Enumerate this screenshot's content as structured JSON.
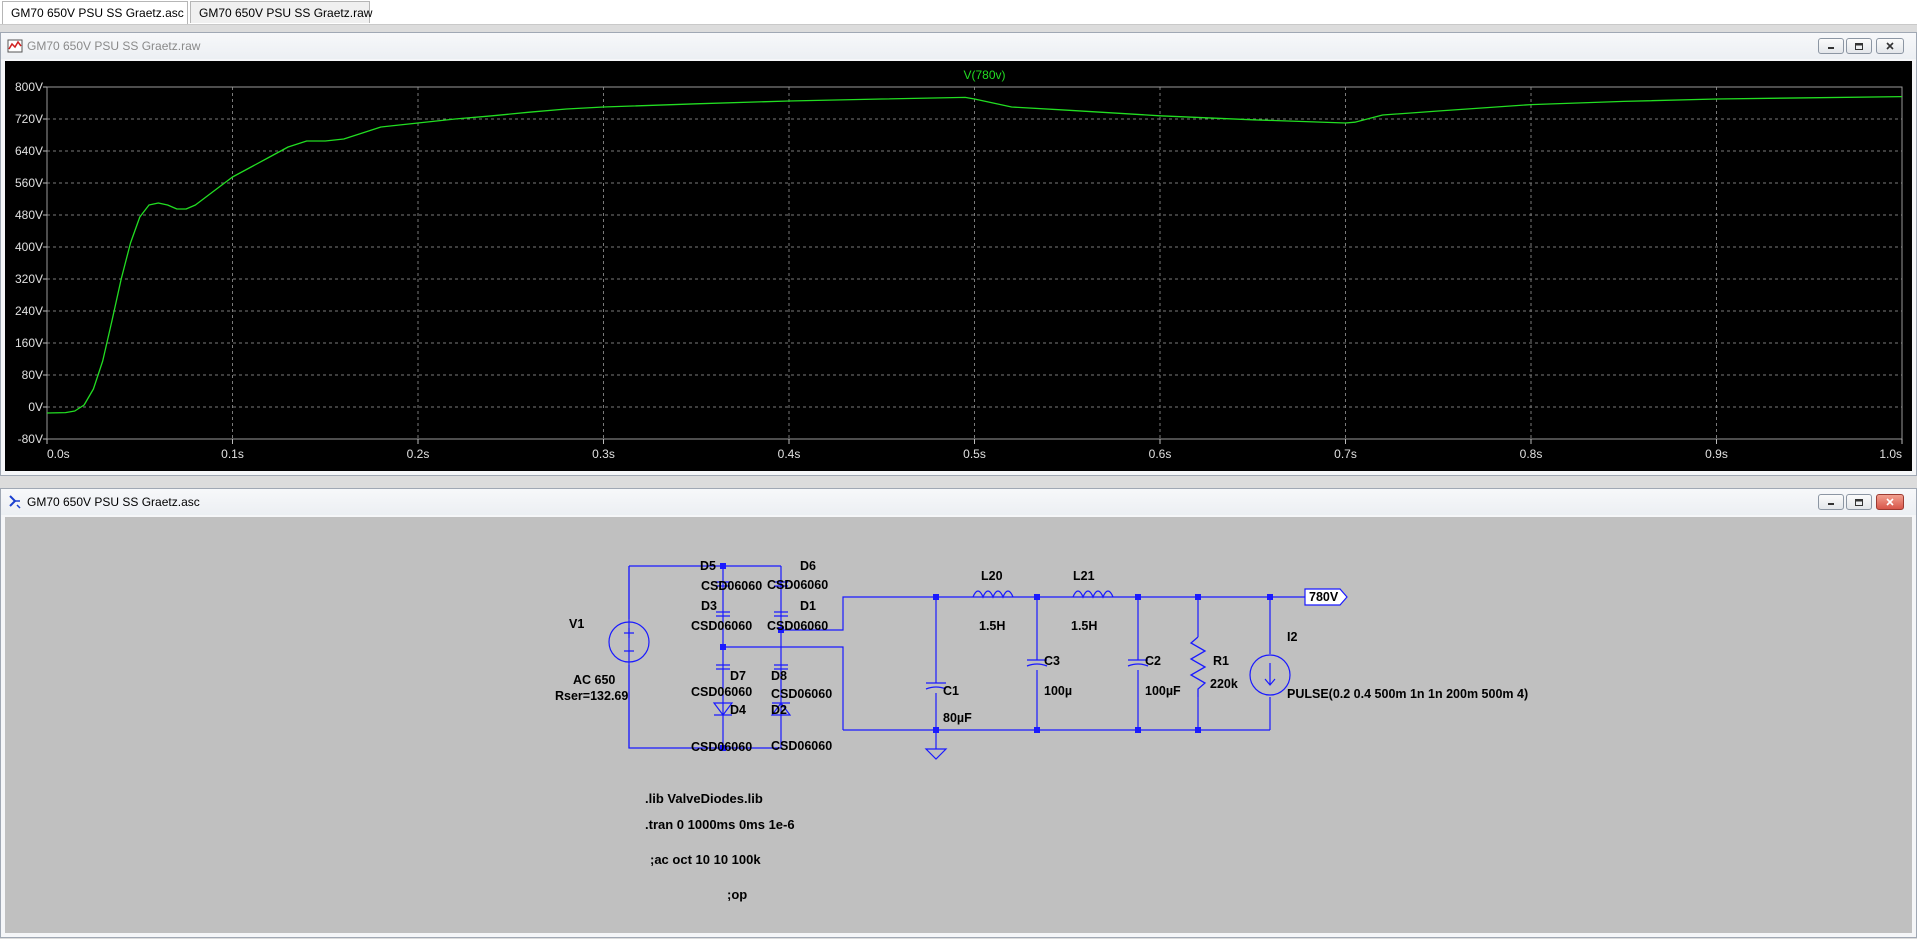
{
  "tabs": [
    {
      "label": "GM70 650V PSU SS Graetz.asc",
      "active": true,
      "icon": "schematic-icon"
    },
    {
      "label": "GM70 650V PSU SS Graetz.raw",
      "active": false,
      "icon": "waveform-icon"
    }
  ],
  "plot_window": {
    "title": "GM70 650V PSU SS Graetz.raw",
    "icon": "waveform-icon",
    "trace_label": "V(780v)",
    "colors": {
      "background": "#000000",
      "trace": "#22dd22",
      "grid": "#7a7a7a",
      "text": "#e0e0e0"
    }
  },
  "chart_data": {
    "type": "line",
    "title": "",
    "xlabel": "",
    "ylabel": "",
    "xlim": [
      0.0,
      1.0
    ],
    "ylim": [
      -80,
      800
    ],
    "x_ticks": [
      "0.0s",
      "0.1s",
      "0.2s",
      "0.3s",
      "0.4s",
      "0.5s",
      "0.6s",
      "0.7s",
      "0.8s",
      "0.9s",
      "1.0s"
    ],
    "y_ticks": [
      "800V",
      "720V",
      "640V",
      "560V",
      "480V",
      "400V",
      "320V",
      "240V",
      "160V",
      "80V",
      "0V",
      "-80V"
    ],
    "grid": true,
    "legend": "top-center",
    "series": [
      {
        "name": "V(780v)",
        "color": "#22dd22",
        "x": [
          0.0,
          0.01,
          0.015,
          0.02,
          0.025,
          0.03,
          0.035,
          0.04,
          0.045,
          0.05,
          0.055,
          0.06,
          0.065,
          0.07,
          0.075,
          0.08,
          0.09,
          0.1,
          0.11,
          0.12,
          0.13,
          0.14,
          0.15,
          0.16,
          0.17,
          0.18,
          0.19,
          0.2,
          0.22,
          0.24,
          0.26,
          0.28,
          0.3,
          0.35,
          0.4,
          0.45,
          0.495,
          0.5,
          0.51,
          0.52,
          0.55,
          0.6,
          0.65,
          0.7,
          0.705,
          0.72,
          0.75,
          0.8,
          0.85,
          0.9,
          0.95,
          1.0
        ],
        "y": [
          -15,
          -14,
          -10,
          5,
          45,
          115,
          215,
          320,
          410,
          475,
          505,
          510,
          505,
          495,
          495,
          505,
          540,
          575,
          600,
          625,
          650,
          665,
          665,
          670,
          685,
          700,
          705,
          710,
          720,
          728,
          737,
          745,
          750,
          758,
          765,
          770,
          774,
          770,
          760,
          750,
          742,
          728,
          718,
          710,
          712,
          730,
          740,
          756,
          764,
          770,
          773,
          776
        ]
      }
    ]
  },
  "schematic_window": {
    "title": "GM70 650V PSU SS Graetz.asc",
    "icon": "schematic-icon",
    "colors": {
      "background": "#c0c0c0",
      "wire": "#1a1aff",
      "text": "#000000"
    },
    "components": {
      "v1": {
        "ref": "V1",
        "value": "AC 650",
        "param": "Rser=132.69"
      },
      "d5": {
        "ref": "D5",
        "part": "CSD06060"
      },
      "d6": {
        "ref": "D6",
        "part": "CSD06060"
      },
      "d3": {
        "ref": "D3",
        "part": "CSD06060"
      },
      "d1": {
        "ref": "D1",
        "part": "CSD06060"
      },
      "d7": {
        "ref": "D7",
        "part": "CSD06060"
      },
      "d8": {
        "ref": "D8",
        "part": "CSD06060"
      },
      "d4": {
        "ref": "D4",
        "part": "CSD06060"
      },
      "d2": {
        "ref": "D2",
        "part": "CSD06060"
      },
      "c1": {
        "ref": "C1",
        "value": "80µF"
      },
      "c3": {
        "ref": "C3",
        "value": "100µ"
      },
      "c2": {
        "ref": "C2",
        "value": "100µF"
      },
      "l20": {
        "ref": "L20",
        "value": "1.5H"
      },
      "l21": {
        "ref": "L21",
        "value": "1.5H"
      },
      "r1": {
        "ref": "R1",
        "value": "220k"
      },
      "i2": {
        "ref": "I2",
        "value": "PULSE(0.2 0.4 500m 1n 1n 200m 500m 4)"
      },
      "net_label": "780V"
    },
    "directives": [
      ".lib ValveDiodes.lib",
      ".tran 0 1000ms 0ms 1e-6",
      ";ac oct 10 10 100k",
      ";op"
    ]
  }
}
